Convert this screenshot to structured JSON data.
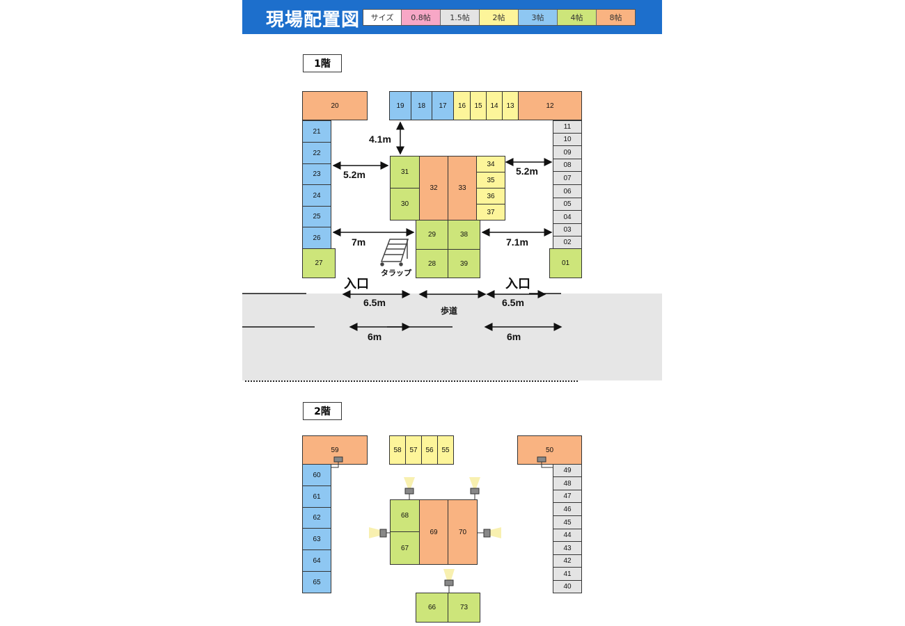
{
  "header": {
    "title": "現場配置図",
    "legend": [
      {
        "label": "サイズ",
        "color": "#ffffff",
        "cls": ""
      },
      {
        "label": "0.8帖",
        "color": "#f7a7c6",
        "cls": "s08"
      },
      {
        "label": "1.5帖",
        "color": "#e4e4e4",
        "cls": "s15"
      },
      {
        "label": "2帖",
        "color": "#fdf59a",
        "cls": "s2"
      },
      {
        "label": "3帖",
        "color": "#8ec7f2",
        "cls": "s3"
      },
      {
        "label": "4帖",
        "color": "#cde57a",
        "cls": "s4"
      },
      {
        "label": "8帖",
        "color": "#f9b381",
        "cls": "s8"
      }
    ]
  },
  "floor1": {
    "label": "1階",
    "dimensions": {
      "d_4_1": "4.1m",
      "d_5_2_left": "5.2m",
      "d_5_2_right": "5.2m",
      "d_7": "7m",
      "d_7_1": "7.1m",
      "d_6_5_left": "6.5m",
      "d_6_5_right": "6.5m",
      "d_6_left": "6m",
      "d_6_right": "6m"
    },
    "entrance_left": "入口",
    "entrance_right": "入口",
    "sidewalk": "歩道",
    "ramp": "タラップ"
  },
  "floor2": {
    "label": "2階"
  },
  "booths": {
    "b01": "01",
    "b02": "02",
    "b03": "03",
    "b04": "04",
    "b05": "05",
    "b06": "06",
    "b07": "07",
    "b08": "08",
    "b09": "09",
    "b10": "10",
    "b11": "11",
    "b12": "12",
    "b13": "13",
    "b14": "14",
    "b15": "15",
    "b16": "16",
    "b17": "17",
    "b18": "18",
    "b19": "19",
    "b20": "20",
    "b21": "21",
    "b22": "22",
    "b23": "23",
    "b24": "24",
    "b25": "25",
    "b26": "26",
    "b27": "27",
    "b28": "28",
    "b29": "29",
    "b30": "30",
    "b31": "31",
    "b32": "32",
    "b33": "33",
    "b34": "34",
    "b35": "35",
    "b36": "36",
    "b37": "37",
    "b38": "38",
    "b39": "39",
    "b40": "40",
    "b41": "41",
    "b42": "42",
    "b43": "43",
    "b44": "44",
    "b45": "45",
    "b46": "46",
    "b47": "47",
    "b48": "48",
    "b49": "49",
    "b50": "50",
    "b55": "55",
    "b56": "56",
    "b57": "57",
    "b58": "58",
    "b59": "59",
    "b60": "60",
    "b61": "61",
    "b62": "62",
    "b63": "63",
    "b64": "64",
    "b65": "65",
    "b66": "66",
    "b67": "67",
    "b68": "68",
    "b69": "69",
    "b70": "70",
    "b73": "73"
  }
}
